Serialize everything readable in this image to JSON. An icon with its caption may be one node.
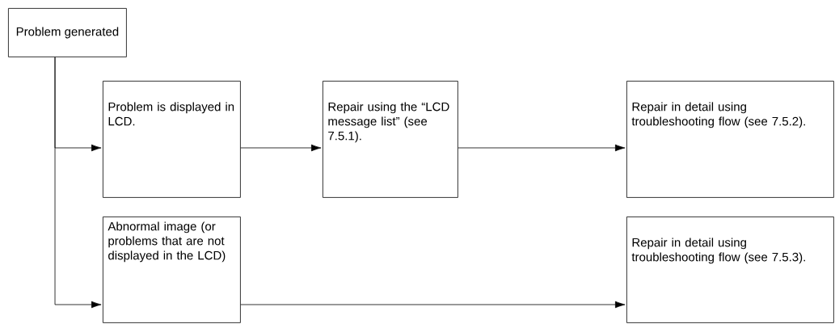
{
  "diagram": {
    "nodes": [
      {
        "text": [
          "Problem generated"
        ]
      },
      {
        "text": [
          "Problem is displayed in LCD."
        ]
      },
      {
        "text": [
          "Repair using the “LCD message list” (see 7.5.1)."
        ]
      },
      {
        "text": [
          "Repair in detail using troubleshooting flow (see 7.5.2)."
        ]
      },
      {
        "text": [
          "Abnormal image (or problems that are not displayed in the LCD)"
        ]
      },
      {
        "text": [
          "Repair in detail using troubleshooting flow (see 7.5.3)."
        ]
      }
    ],
    "edges": [
      {
        "from": 0,
        "to": 1,
        "arrow": "to"
      },
      {
        "from": 0,
        "to": 4,
        "arrow": "to"
      },
      {
        "from": 1,
        "to": 2,
        "arrow": "to"
      },
      {
        "from": 2,
        "to": 3,
        "arrow": "to"
      },
      {
        "from": 4,
        "to": 5,
        "arrow": "to"
      }
    ]
  }
}
